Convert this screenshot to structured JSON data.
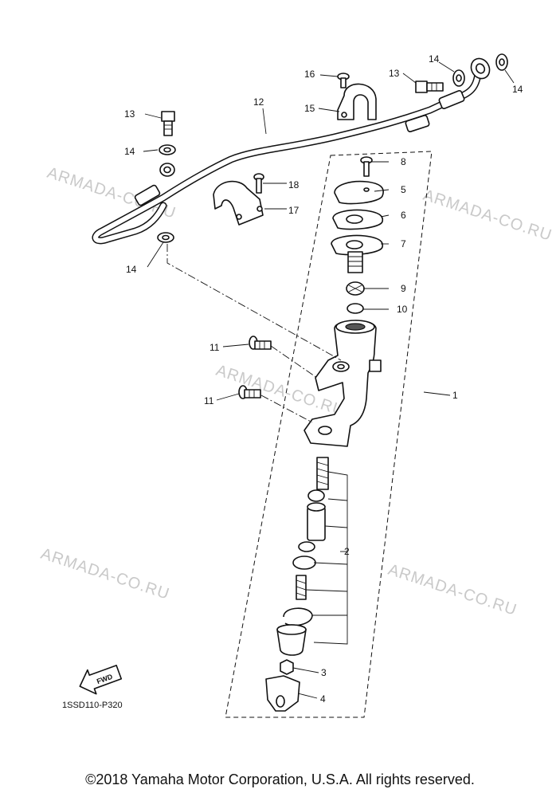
{
  "watermark": "ARMADA-CO.RU",
  "diagram_code": "1SSD110-P320",
  "fwd_label": "FWD",
  "copyright": "©2018 Yamaha Motor Corporation, U.S.A. All rights reserved.",
  "callouts": {
    "c1": "1",
    "c2": "2",
    "c3": "3",
    "c4": "4",
    "c5": "5",
    "c6": "6",
    "c7": "7",
    "c8": "8",
    "c9": "9",
    "c10": "10",
    "c11a": "11",
    "c11b": "11",
    "c12": "12",
    "c13a": "13",
    "c13b": "13",
    "c14a": "14",
    "c14b": "14",
    "c14c": "14",
    "c14d": "14",
    "c15": "15",
    "c16": "16",
    "c17": "17",
    "c18": "18"
  }
}
